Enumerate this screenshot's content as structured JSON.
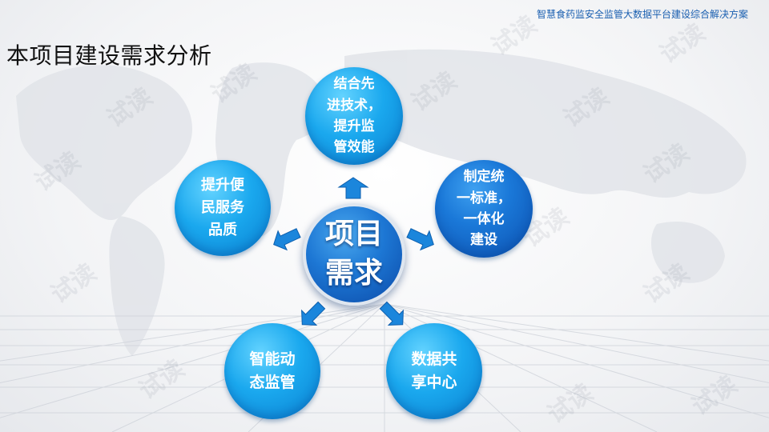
{
  "header": {
    "doc_title": "智慧食药监安全监管大数据平台建设综合解决方案"
  },
  "page": {
    "title": "本项目建设需求分析"
  },
  "diagram": {
    "center": {
      "label": "项目\n需求"
    },
    "nodes": [
      {
        "id": "top",
        "label": "结合先\n进技术，\n提升监\n管效能"
      },
      {
        "id": "right",
        "label": "制定统\n一标准，\n一体化\n建设"
      },
      {
        "id": "bottom-right",
        "label": "数据共\n享中心"
      },
      {
        "id": "bottom-left",
        "label": "智能动\n态监管"
      },
      {
        "id": "left",
        "label": "提升便\n民服务\n品质"
      }
    ]
  },
  "watermark": {
    "text": "试读"
  }
}
